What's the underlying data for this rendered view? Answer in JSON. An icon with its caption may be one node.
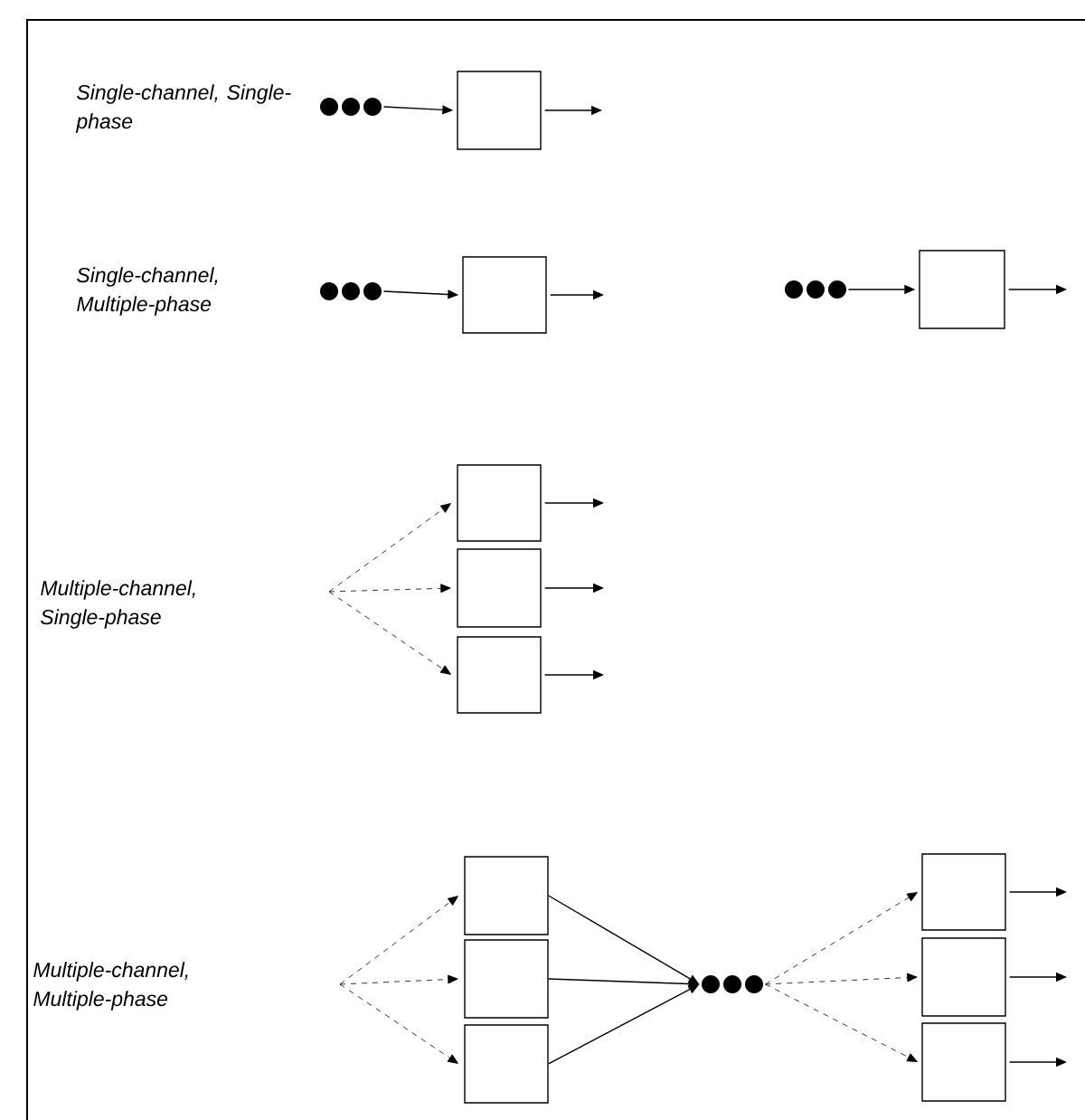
{
  "diagram": {
    "nodes": [
      {
        "text": [],
        "shape": "circle"
      },
      {
        "text": [],
        "shape": "box"
      },
      {
        "text": [],
        "shape": "circle"
      },
      {
        "text": [],
        "shape": "box"
      },
      {
        "text": [],
        "shape": "circle"
      },
      {
        "text": [],
        "shape": "box"
      },
      {
        "text": [],
        "shape": "box"
      },
      {
        "text": [],
        "shape": "box"
      },
      {
        "text": [],
        "shape": "box"
      },
      {
        "text": [],
        "shape": "box"
      },
      {
        "text": [],
        "shape": "box"
      },
      {
        "text": [],
        "shape": "box"
      },
      {
        "text": [],
        "shape": "circle"
      },
      {
        "text": [],
        "shape": "box"
      },
      {
        "text": [],
        "shape": "box"
      },
      {
        "text": [],
        "shape": "box"
      }
    ],
    "edges": [
      {
        "from": 0,
        "to": 1,
        "arrow": "to"
      },
      {
        "from": 1,
        "to": null,
        "arrow": "to"
      },
      {
        "from": 2,
        "to": 3,
        "arrow": "to"
      },
      {
        "from": 3,
        "to": null,
        "arrow": "to"
      },
      {
        "from": 4,
        "to": 5,
        "arrow": "to"
      },
      {
        "from": 5,
        "to": null,
        "arrow": "to"
      },
      {
        "from": null,
        "to": 6,
        "arrow": "to",
        "style": "dashed"
      },
      {
        "from": null,
        "to": 7,
        "arrow": "to",
        "style": "dashed"
      },
      {
        "from": null,
        "to": 8,
        "arrow": "to",
        "style": "dashed"
      },
      {
        "from": 6,
        "to": null,
        "arrow": "to"
      },
      {
        "from": 7,
        "to": null,
        "arrow": "to"
      },
      {
        "from": 8,
        "to": null,
        "arrow": "to"
      },
      {
        "from": null,
        "to": 9,
        "arrow": "to",
        "style": "dashed"
      },
      {
        "from": null,
        "to": 10,
        "arrow": "to",
        "style": "dashed"
      },
      {
        "from": null,
        "to": 11,
        "arrow": "to",
        "style": "dashed"
      },
      {
        "from": 9,
        "to": 12,
        "arrow": "to"
      },
      {
        "from": 10,
        "to": 12,
        "arrow": "to"
      },
      {
        "from": 11,
        "to": 12,
        "arrow": "to"
      },
      {
        "from": 12,
        "to": 13,
        "arrow": "to",
        "style": "dashed"
      },
      {
        "from": 12,
        "to": 14,
        "arrow": "to",
        "style": "dashed"
      },
      {
        "from": 12,
        "to": 15,
        "arrow": "to",
        "style": "dashed"
      },
      {
        "from": 13,
        "to": null,
        "arrow": "to"
      },
      {
        "from": 14,
        "to": null,
        "arrow": "to"
      },
      {
        "from": 15,
        "to": null,
        "arrow": "to"
      }
    ],
    "labels": [
      "Single-channel, Single-phase",
      "Single-channel, Multiple-phase",
      "Multiple-channel, Single-phase",
      "Multiple-channel, Multiple-phase"
    ]
  }
}
